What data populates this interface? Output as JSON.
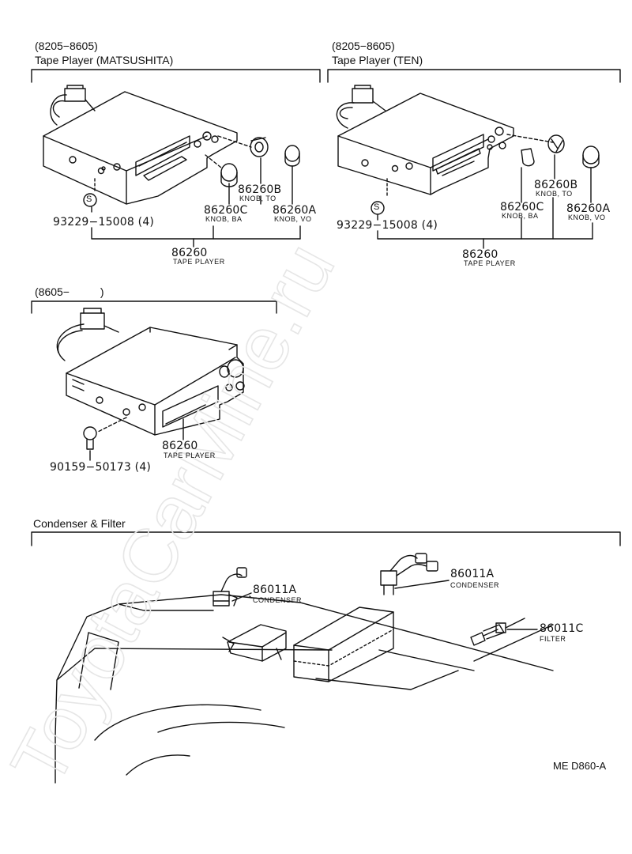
{
  "sections": {
    "matsushita": {
      "range": "(8205−8605)",
      "title": "Tape Player (MATSUSHITA)"
    },
    "ten": {
      "range": "(8205−8605)",
      "title": "Tape Player (TEN)"
    },
    "late": {
      "range": "(8605−          )"
    },
    "condenser": {
      "title": "Condenser & Filter"
    }
  },
  "parts": {
    "knob_to": {
      "no": "86260B",
      "name": "KNOB, TO"
    },
    "knob_ba": {
      "no": "86260C",
      "name": "KNOB, BA"
    },
    "knob_vo": {
      "no": "86260A",
      "name": "KNOB, VO"
    },
    "tape_player": {
      "no": "86260",
      "name": "TAPE PLAYER"
    },
    "screw_a": {
      "no": "93229−15008 (4)"
    },
    "screw_b": {
      "no": "90159−50173 (4)"
    },
    "condenser": {
      "no": "86011A",
      "name": "CONDENSER"
    },
    "filter": {
      "no": "86011C",
      "name": "FILTER"
    }
  },
  "drawing_code": "ME D860-A",
  "watermark": "ToyotaCarMine.ru"
}
